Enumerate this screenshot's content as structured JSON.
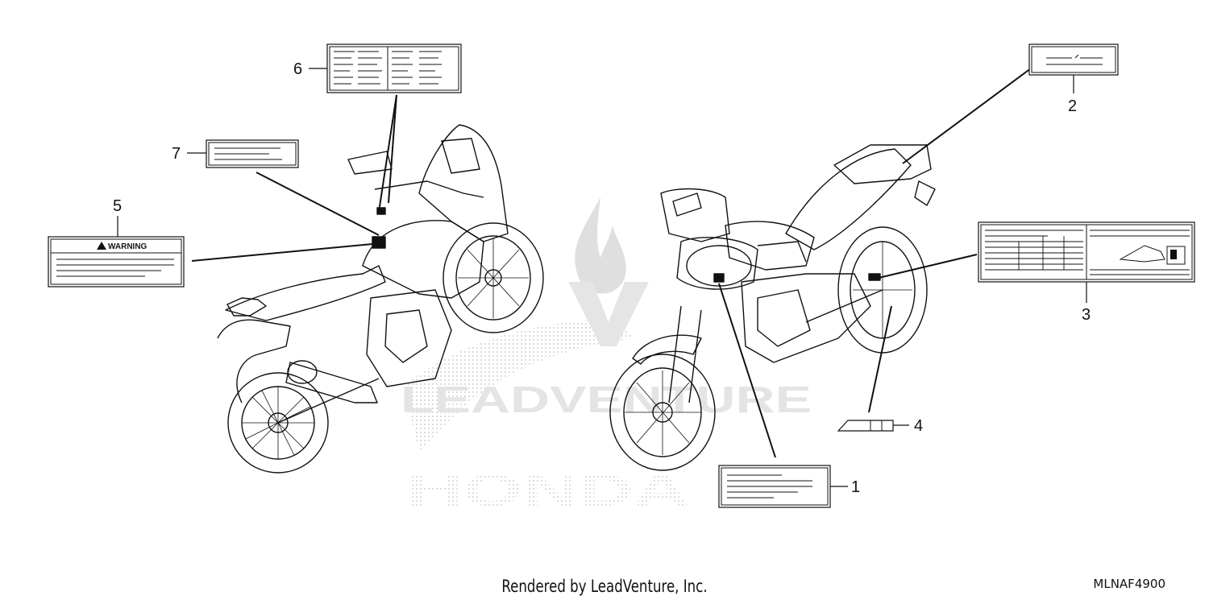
{
  "diagram": {
    "callouts": [
      "1",
      "2",
      "3",
      "4",
      "5",
      "6",
      "7"
    ],
    "warning_label_text": "WARNING",
    "watermark": {
      "brand_text": "LEADVENTURE",
      "make_text": "HONDA"
    },
    "footer": {
      "credit": "Rendered by LeadVenture, Inc.",
      "diagram_code": "MLNAF4900"
    }
  }
}
